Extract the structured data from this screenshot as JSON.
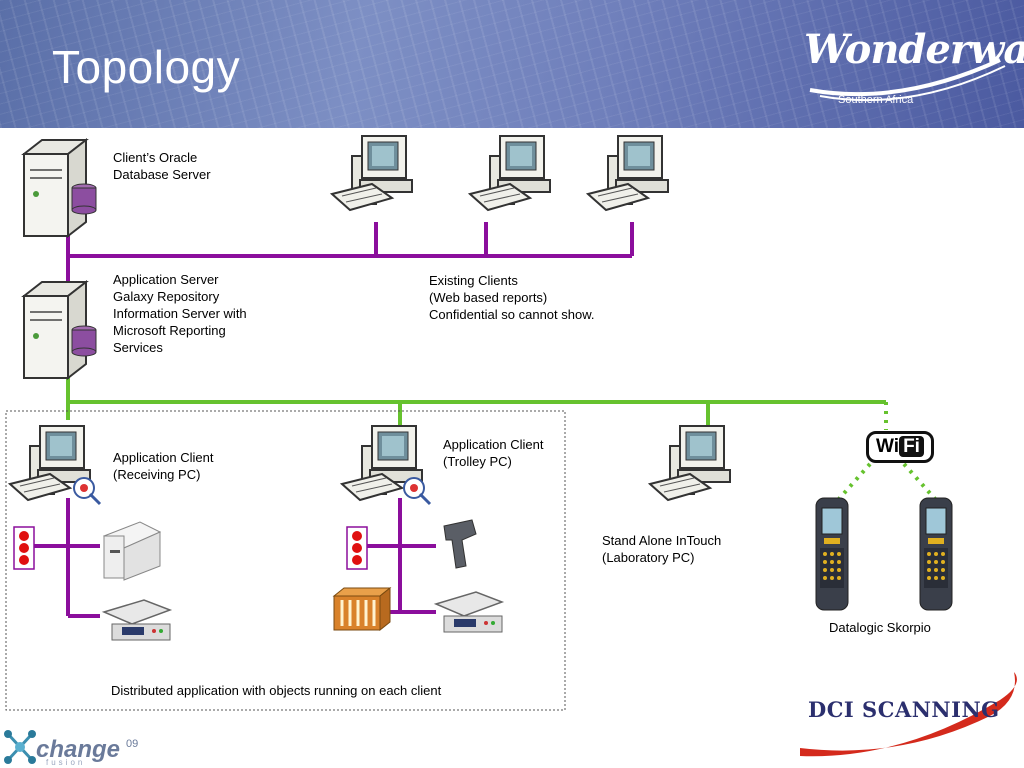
{
  "title": "Topology",
  "logos": {
    "wonderware": "Wonderware",
    "wonderware_sub": "Southern Africa",
    "dci": "DCI SCANNING",
    "xchange": "change",
    "xchange_sup": "09",
    "xchange_sub": "fusion"
  },
  "labels": {
    "oracle": "Client’s Oracle\nDatabase Server",
    "app_server": "Application Server\nGalaxy Repository\nInformation Server with\nMicrosoft Reporting\nServices",
    "existing": "Existing Clients\n(Web based  reports)\nConfidential so cannot show.",
    "app_client_receiving": "Application Client\n(Receiving PC)",
    "app_client_trolley": "Application Client\n(Trolley PC)",
    "standalone": "Stand Alone InTouch\n(Laboratory PC)",
    "datalogic": "Datalogic Skorpio",
    "distributed": "Distributed application with objects running on each client",
    "wifi_w": "Wi",
    "wifi_f": "Fi"
  },
  "colors": {
    "purple_line": "#8b0e9c",
    "green_line": "#66c22e",
    "header": "#6d7fbb"
  }
}
